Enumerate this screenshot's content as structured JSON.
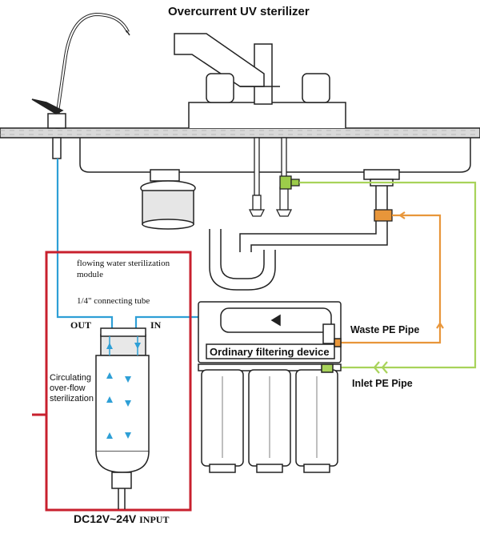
{
  "title": "Overcurrent UV sterilizer",
  "module_label": "flowing water sterilization module",
  "tube_label": "1/4\" connecting tube",
  "out_label": "OUT",
  "in_label": "IN",
  "circulating_label": "Circulating over-flow sterilization",
  "filter_label": "Ordinary filtering device",
  "waste_pipe_label": "Waste PE Pipe",
  "inlet_pipe_label": "Inlet PE Pipe",
  "power_label": "DC12V~24V",
  "power_suffix": "INPUT",
  "colors": {
    "water_line": "#2e9fd6",
    "waste_line": "#e8963a",
    "inlet_line": "#a8d35a",
    "module_frame": "#c8202e",
    "drawing": "#222222"
  }
}
